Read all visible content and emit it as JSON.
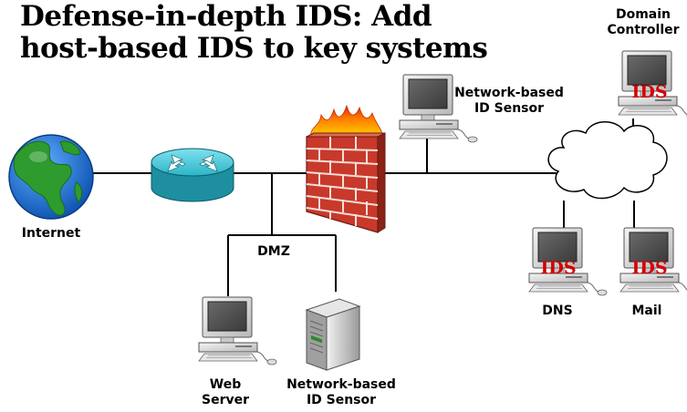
{
  "slide": {
    "title_line1": "Defense-in-depth IDS: Add",
    "title_line2": "host-based IDS to key systems"
  },
  "labels": {
    "internet": "Internet",
    "dmz": "DMZ",
    "web_server_line1": "Web",
    "web_server_line2": "Server",
    "dmz_sensor_line1": "Network-based",
    "dmz_sensor_line2": "ID Sensor",
    "net_sensor_line1": "Network-based",
    "net_sensor_line2": "ID Sensor",
    "domain_controller_line1": "Domain",
    "domain_controller_line2": "Controller",
    "dns": "DNS",
    "mail": "Mail"
  },
  "ids_badge": "IDS",
  "colors": {
    "ids_text": "#d40000",
    "router": "#2bb5c8",
    "firewall_brick": "#c8392b",
    "ocean": "#1b74d8",
    "land": "#2e9b2e"
  },
  "icons": [
    "globe-icon",
    "router-icon",
    "firewall-icon",
    "computer-icon",
    "server-tower-icon",
    "cloud-icon"
  ]
}
